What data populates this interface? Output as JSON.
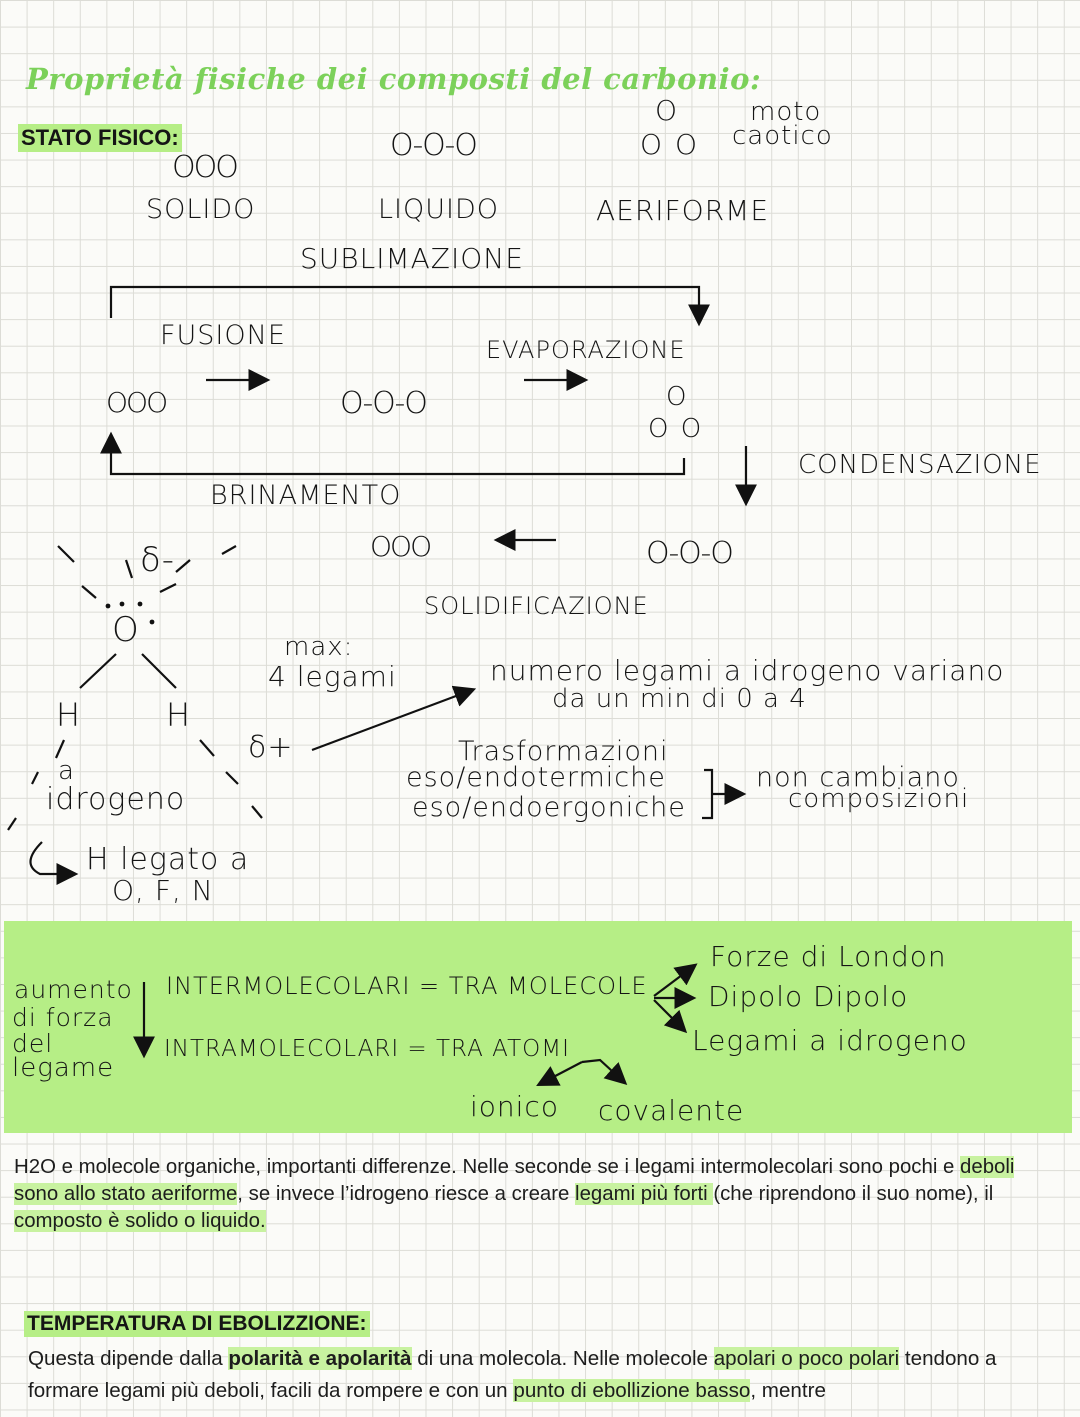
{
  "title": "Proprietà fisiche dei composti del carbonio:",
  "stato_fisico": {
    "heading": "STATO FISICO:",
    "molecule_solid": "OOO",
    "molecule_liquid": "O-O-O",
    "molecule_gas_top": "O",
    "molecule_gas_bottom": "O  O",
    "moto_line1": "moto",
    "moto_line2": "caotico",
    "solid_label": "SOLIDO",
    "liquid_label": "LIQUIDO",
    "gas_label": "AERIFORME"
  },
  "transitions": {
    "sublimazione": "SUBLIMAZIONE",
    "fusione": "FUSIONE",
    "evaporazione": "EVAPORAZIONE",
    "condensazione": "CONDENSAZIONE",
    "brinamento": "BRINAMENTO",
    "solidificazione": "SOLIDIFICAZIONE"
  },
  "water": {
    "delta_minus": "δ-",
    "oxygen": "O",
    "hydrogen_left": "H",
    "hydrogen_right": "H",
    "delta_plus": "δ+",
    "legame_a": "a",
    "legame_idrogeno": "idrogeno",
    "h_legato": "H legato a",
    "atoms": "O, F, N",
    "max_line1": "max:",
    "max_line2": "4 legami",
    "numero_line1": "numero legami a idrogeno variano",
    "numero_line2": "da un min di 0   a 4",
    "trasformazioni": "Trasformazioni",
    "eso_endo": "eso/endotermiche",
    "eso_ender": "eso/endoergoniche",
    "non_cambiano": "non cambiano",
    "composizioni": "composizioni"
  },
  "forze": {
    "aumento_line1": "aumento",
    "aumento_line2": "di forza",
    "aumento_line3": "del",
    "aumento_line4": "legame",
    "intermolecolari": "INTERMOLECOLARI = TRA MOLECOLE",
    "intramolecolari": "INTRAMOLECOLARI = TRA ATOMI",
    "london": "Forze di London",
    "dipolo": "Dipolo Dipolo",
    "legami_idrogeno": "Legami a idrogeno",
    "ionico": "ionico",
    "covalente": "covalente"
  },
  "paragraph1": {
    "t1": "H2O e molecole organiche, importanti differenze. Nelle seconde se i legami intermolecolari sono pochi e ",
    "h1": "deboli sono allo stato aeriforme",
    "t2": ", se invece l’idrogeno riesce a creare ",
    "h2": "legami più forti ",
    "t3": "(che riprendono il suo nome), il ",
    "h3": "composto è solido o liquido."
  },
  "temperatura": {
    "heading": "TEMPERATURA DI EBOLIZZIONE:",
    "t1": "Questa dipende dalla ",
    "h1": "polarità e apolarità",
    "t2": " di una molecola. Nelle molecole ",
    "h2": "apolari o poco polari",
    "t3": " tendono a formare legami più deboli, facili da rompere e con un ",
    "h3": "punto di ebollizione basso",
    "t4": ", mentre"
  },
  "colors": {
    "title_green": "#7cd15a",
    "highlight_green": "#b6ee86"
  }
}
